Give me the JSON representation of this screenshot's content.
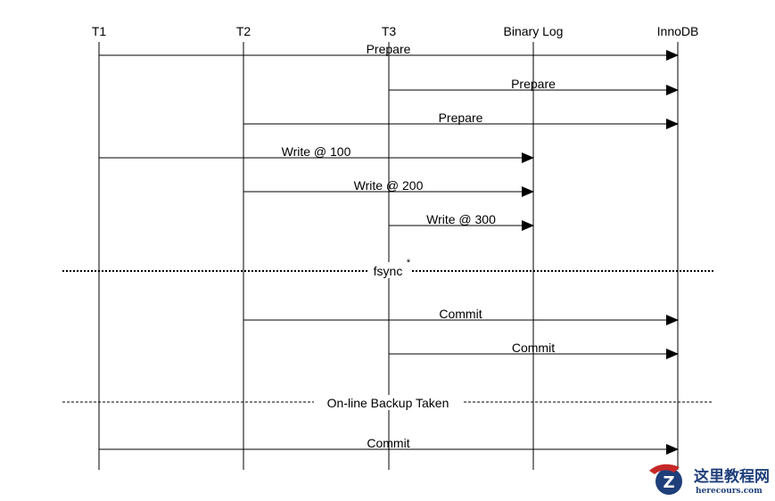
{
  "participants": [
    {
      "id": "t1",
      "label": "T1"
    },
    {
      "id": "t2",
      "label": "T2"
    },
    {
      "id": "t3",
      "label": "T3"
    },
    {
      "id": "binlog",
      "label": "Binary Log"
    },
    {
      "id": "innodb",
      "label": "InnoDB"
    }
  ],
  "messages": [
    {
      "from": "t1",
      "to": "innodb",
      "label": "Prepare"
    },
    {
      "from": "t3",
      "to": "innodb",
      "label": "Prepare"
    },
    {
      "from": "t2",
      "to": "innodb",
      "label": "Prepare"
    },
    {
      "from": "t1",
      "to": "binlog",
      "label": "Write @ 100"
    },
    {
      "from": "t2",
      "to": "binlog",
      "label": "Write @ 200"
    },
    {
      "from": "t3",
      "to": "binlog",
      "label": "Write @ 300"
    },
    {
      "from": "t2",
      "to": "innodb",
      "label": "Commit"
    },
    {
      "from": "t3",
      "to": "innodb",
      "label": "Commit"
    },
    {
      "from": "t1",
      "to": "innodb",
      "label": "Commit"
    }
  ],
  "separators": [
    {
      "label": "fsync",
      "mark": "*",
      "style": "bold"
    },
    {
      "label": "On-line Backup Taken",
      "style": "thin"
    }
  ],
  "watermark": {
    "text_cn": "这里教程网",
    "text_en": "herecours.com"
  }
}
